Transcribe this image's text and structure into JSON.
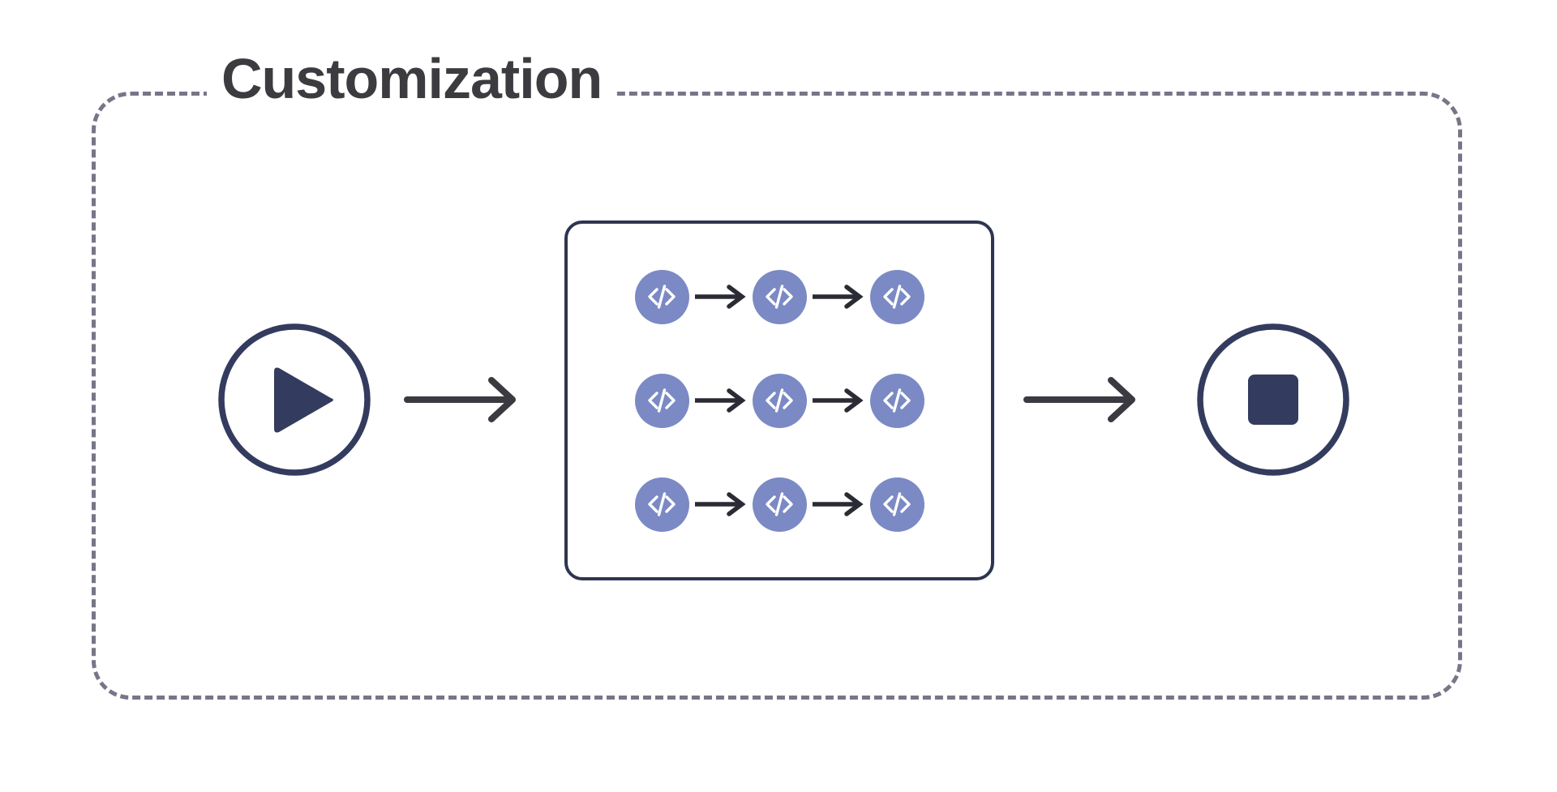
{
  "diagram": {
    "title": "Customization",
    "background_color": "#ffffff",
    "group_border_color": "#767689",
    "group_border_style": "dashed",
    "title_color": "#3b3b40",
    "node_outline_color": "#333c5e",
    "code_circle_color": "#7b8ac4",
    "code_glyph_color": "#ffffff",
    "arrow_color": "#3a3a40",
    "mini_arrow_color": "#2b2b35",
    "box_border_color": "#2e3550",
    "nodes": {
      "start": {
        "name": "play-button",
        "icon": "play-icon",
        "shape": "circle-outline"
      },
      "end": {
        "name": "stop-button",
        "icon": "stop-icon",
        "shape": "circle-outline"
      },
      "process": {
        "name": "code-grid",
        "shape": "rounded-rectangle"
      }
    },
    "code_grid": {
      "rows": 3,
      "columns": 3,
      "icon": "code-icon",
      "icon_label": "</>",
      "row_arrows_per_row": 2,
      "items": [
        [
          {
            "icon": "code-icon"
          },
          {
            "icon": "arrow-right-icon"
          },
          {
            "icon": "code-icon"
          },
          {
            "icon": "arrow-right-icon"
          },
          {
            "icon": "code-icon"
          }
        ],
        [
          {
            "icon": "code-icon"
          },
          {
            "icon": "arrow-right-icon"
          },
          {
            "icon": "code-icon"
          },
          {
            "icon": "arrow-right-icon"
          },
          {
            "icon": "code-icon"
          }
        ],
        [
          {
            "icon": "code-icon"
          },
          {
            "icon": "arrow-right-icon"
          },
          {
            "icon": "code-icon"
          },
          {
            "icon": "arrow-right-icon"
          },
          {
            "icon": "code-icon"
          }
        ]
      ]
    },
    "connectors": [
      {
        "name": "arrow-start-to-grid",
        "icon": "arrow-right-icon",
        "from": "play-button",
        "to": "code-grid"
      },
      {
        "name": "arrow-grid-to-end",
        "icon": "arrow-right-icon",
        "from": "code-grid",
        "to": "stop-button"
      }
    ]
  }
}
